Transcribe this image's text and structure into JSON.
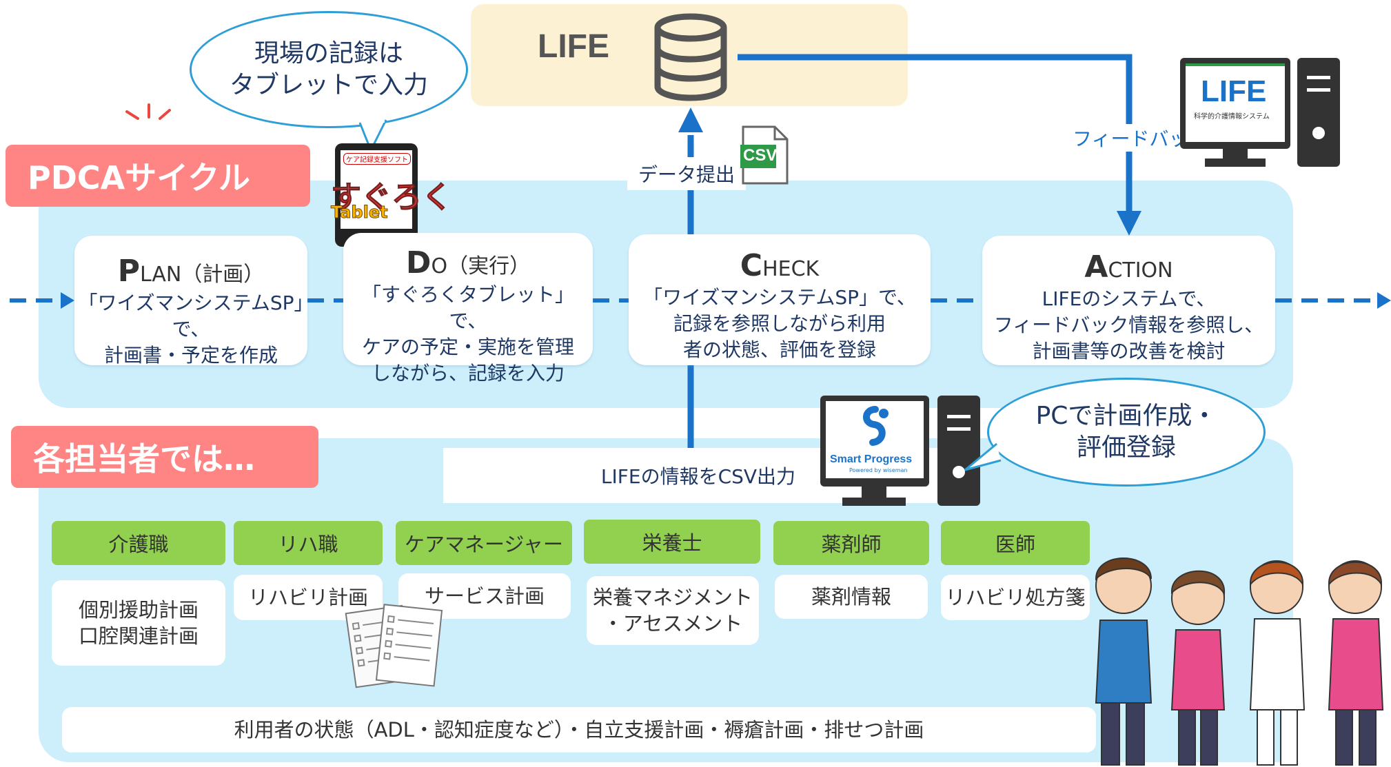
{
  "header": {
    "life_db_label": "LIFE",
    "bubble_top": "現場の記録は\nタブレットで入力",
    "data_submit": "データ提出",
    "csv_icon_text": "CSV",
    "feedback": "フィードバック",
    "life_monitor_logo": "LIFE",
    "life_monitor_sub": "科学的介護情報システム",
    "tablet_caption": "ケア記録支援ソフト",
    "tablet_logo": "すぐろく",
    "tablet_logo_sub": "Tablet"
  },
  "pdca": {
    "tag": "PDCAサイクル",
    "cards": [
      {
        "initial": "P",
        "rest": "LAN",
        "paren": "（計画）",
        "desc": "「ワイズマンシステムSP」で、\n計画書・予定を作成"
      },
      {
        "initial": "D",
        "rest": "O",
        "paren": "（実行）",
        "desc": "「すぐろくタブレット」で、\nケアの予定・実施を管理\nしながら、記録を入力"
      },
      {
        "initial": "C",
        "rest": "HECK",
        "paren": "",
        "desc": "「ワイズマンシステムSP」で、\n記録を参照しながら利用\n者の状態、評価を登録"
      },
      {
        "initial": "A",
        "rest": "CTION",
        "paren": "",
        "desc": "LIFEのシステムで、\nフィードバック情報を参照し、\n計画書等の改善を検討"
      }
    ]
  },
  "staff": {
    "tag": "各担当者では…",
    "csv_output": "LIFEの情報をCSV出力",
    "bubble_pc": "PCで計画作成・\n評価登録",
    "pc_logo": "Smart Progress",
    "pc_logo_sub": "Powered by wiseman",
    "roles": [
      {
        "role": "介護職",
        "plan": "個別援助計画\n口腔関連計画"
      },
      {
        "role": "リハ職",
        "plan": "リハビリ計画"
      },
      {
        "role": "ケアマネージャー",
        "plan": "サービス計画"
      },
      {
        "role": "栄養士",
        "plan": "栄養マネジメント\n・アセスメント"
      },
      {
        "role": "薬剤師",
        "plan": "薬剤情報"
      },
      {
        "role": "医師",
        "plan": "リハビリ処方箋"
      }
    ],
    "bottom_bar": "利用者の状態（ADL・認知症度など）・自立支援計画・褥瘡計画・排せつ計画"
  },
  "colors": {
    "panel": "#cdeefb",
    "tag": "#ff8484",
    "arrow": "#1a73c8",
    "role": "#92d050",
    "life_bg": "#fdf1d4"
  }
}
